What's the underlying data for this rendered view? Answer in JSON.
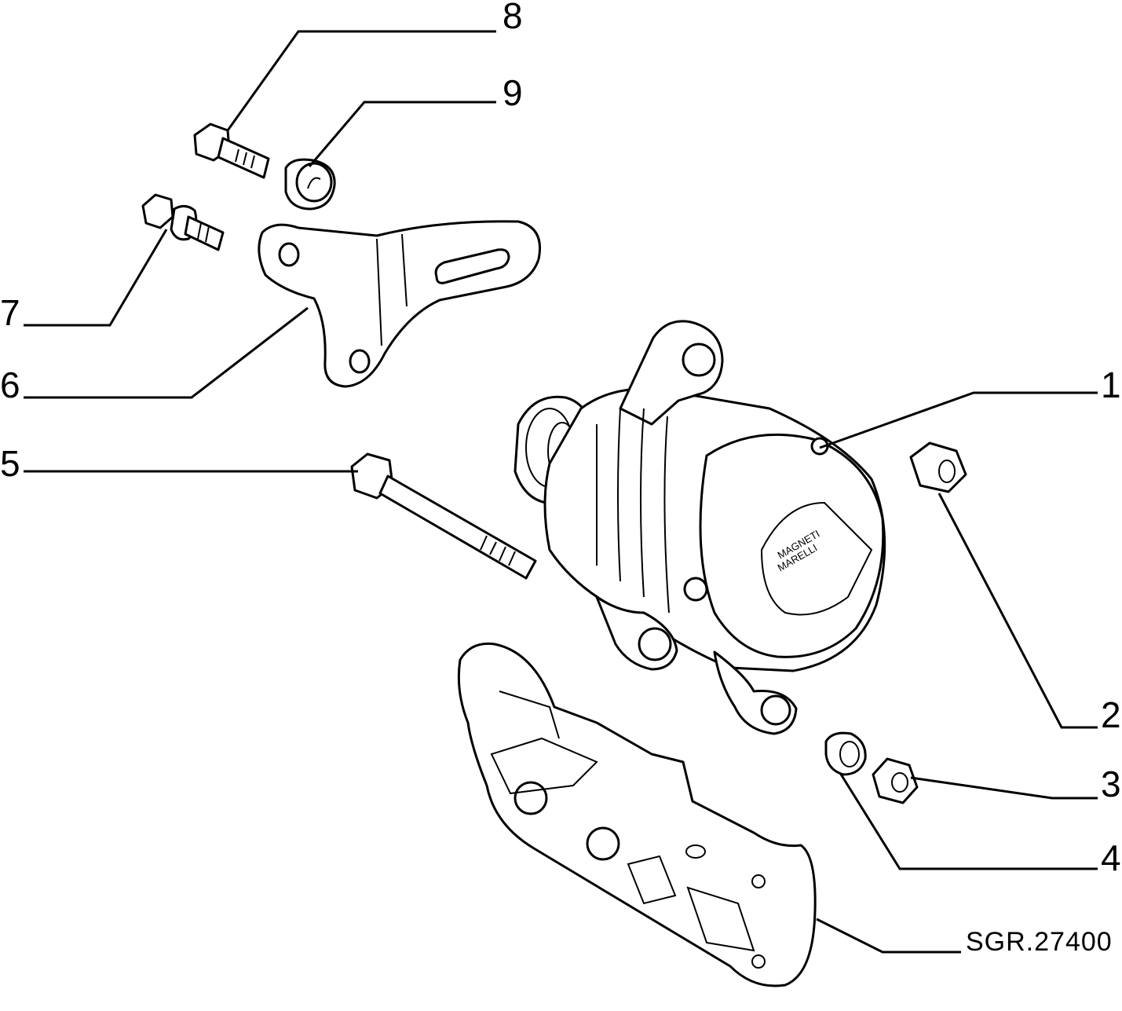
{
  "diagram": {
    "callouts": [
      {
        "id": "1",
        "label": "1"
      },
      {
        "id": "2",
        "label": "2"
      },
      {
        "id": "3",
        "label": "3"
      },
      {
        "id": "4",
        "label": "4"
      },
      {
        "id": "5",
        "label": "5"
      },
      {
        "id": "6",
        "label": "6"
      },
      {
        "id": "7",
        "label": "7"
      },
      {
        "id": "8",
        "label": "8"
      },
      {
        "id": "9",
        "label": "9"
      }
    ],
    "drawing_code": "SGR.27400",
    "alternator_brand_line1": "MAGNETI",
    "alternator_brand_line2": "MARELLI",
    "ink_color": "#000000",
    "paper_color": "#ffffff"
  }
}
